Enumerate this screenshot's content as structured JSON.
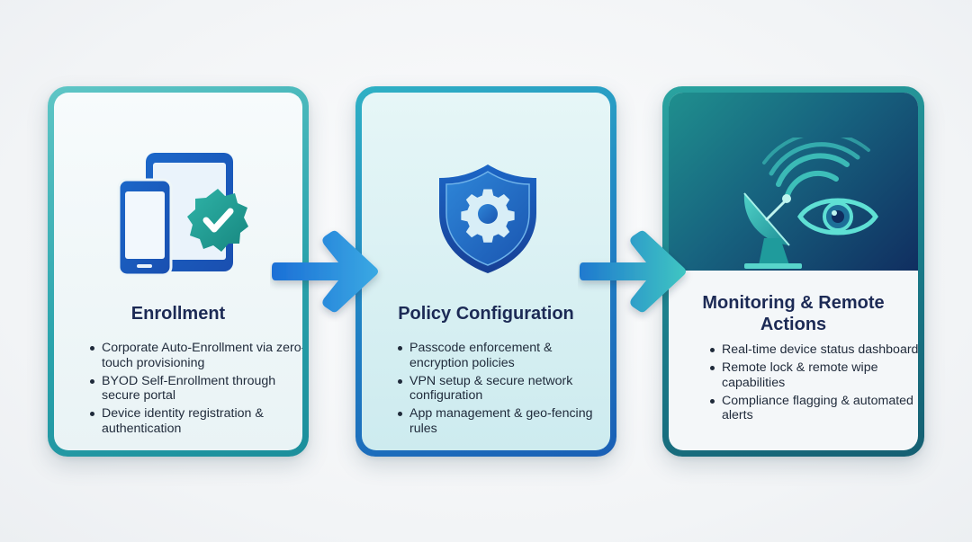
{
  "steps": [
    {
      "title": "Enrollment",
      "icon": "devices-check-icon",
      "bullets": [
        "Corporate Auto-Enrollment via zero-touch provisioning",
        "BYOD Self-Enrollment through secure portal",
        "Device identity registration & authentication"
      ]
    },
    {
      "title": "Policy Configuration",
      "icon": "shield-gear-icon",
      "bullets": [
        "Passcode enforcement & encryption policies",
        "VPN setup & secure network configuration",
        "App management & geo-fencing rules"
      ]
    },
    {
      "title": "Monitoring & Remote Actions",
      "icon": "satellite-eye-icon",
      "bullets": [
        "Real-time device status dashboard",
        "Remote lock & remote wipe capabilities",
        "Compliance flagging & automated alerts"
      ]
    }
  ],
  "colors": {
    "title": "#1c2a55",
    "arrow_start": "#1b6fd6",
    "arrow_end": "#3fd1d4",
    "card1_border": "#2ba4ad",
    "card2_border": "#1f7fc4",
    "card3_border": "#1a7c8a"
  }
}
